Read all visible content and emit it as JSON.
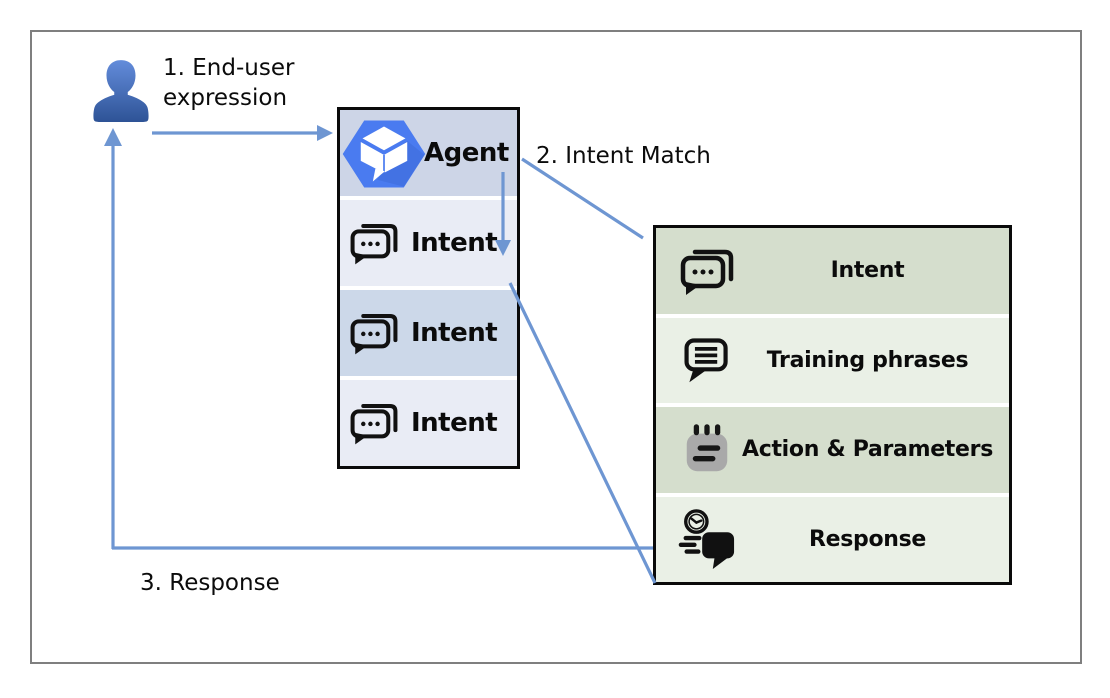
{
  "diagram": {
    "step1_label": "1. End-user expression",
    "step2_label": "2. Intent Match",
    "step3_label": "3. Response",
    "agent_panel": {
      "header_label": "Agent",
      "intents": [
        "Intent",
        "Intent",
        "Intent"
      ]
    },
    "intent_detail_panel": {
      "rows": [
        "Intent",
        "Training phrases",
        "Action & Parameters",
        "Response"
      ]
    }
  },
  "icons": {
    "person": "end-user-icon",
    "agent": "dialogflow-agent-icon",
    "intent": "chat-bubbles-ellipsis-icon",
    "training_phrases": "chat-bubble-lines-icon",
    "action_parameters": "notepad-icon",
    "response": "clock-speech-bubble-icon"
  },
  "colors": {
    "frame_gray": "#7f7f7f",
    "line_blue": "#6e96d2",
    "agent_header_bg": "#cdd5e7",
    "agent_row_light_bg": "#e9ecf5",
    "agent_row_medium_bg": "#ccd8e9",
    "detail_row_dark_bg": "#d5decd",
    "detail_row_light_bg": "#eaf0e6",
    "person_blue": "#4472c4",
    "hexagon_blue": "#4a7bf0"
  }
}
